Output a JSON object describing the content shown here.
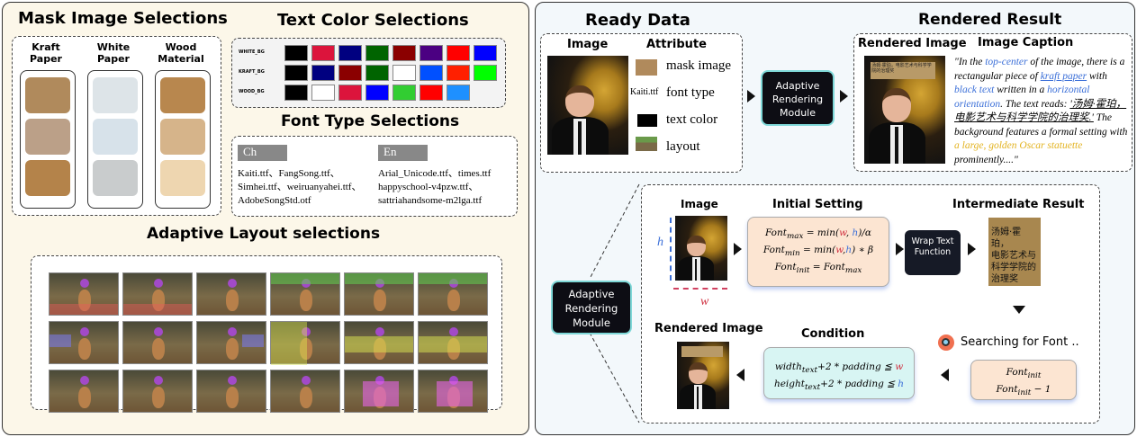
{
  "left": {
    "mask_title": "Mask Image Selections",
    "masks": [
      {
        "label": "Kraft Paper",
        "colors": [
          "#b08a5c",
          "#bba088",
          "#b4834a"
        ]
      },
      {
        "label": "White Paper",
        "colors": [
          "#dde4e8",
          "#d7e2ea",
          "#c9cccd"
        ]
      },
      {
        "label": "Wood Material",
        "colors": [
          "#b8874e",
          "#d6b48a",
          "#eed6b0"
        ]
      }
    ],
    "color_title": "Text Color Selections",
    "color_rows": [
      {
        "label": "WHITE_BG",
        "colors": [
          "#000000",
          "#dc143c",
          "#000080",
          "#006400",
          "#8b0000",
          "#4b0082",
          "#ff0000",
          "#0000ff"
        ]
      },
      {
        "label": "KRAFT_BG",
        "colors": [
          "#000000",
          "#000080",
          "#8b0000",
          "#006400",
          "#ffffff",
          "#0050ff",
          "#ff2000",
          "#00ff00"
        ]
      },
      {
        "label": "WOOD_BG",
        "colors": [
          "#000000",
          "#ffffff",
          "#dc143c",
          "#0000ff",
          "#32cd32",
          "#ff0000",
          "#1e90ff"
        ]
      }
    ],
    "font_title": "Font Type Selections",
    "font_ch_tag": "Ch",
    "font_en_tag": "En",
    "font_ch_list": "Kaiti.ttf、FangSong.ttf、Simhei.ttf、weiruanyahei.ttf、AdobeSongStd.otf",
    "font_en_list": "Arial_Unicode.ttf、times.ttf happyschool-v4pzw.ttf、sattriahandsome-m2lga.ttf",
    "layout_title": "Adaptive Layout selections"
  },
  "right": {
    "ready_title": "Ready Data",
    "image_label": "Image",
    "attribute_label": "Attribute",
    "attributes": [
      "mask image",
      "font type",
      "text color",
      "layout"
    ],
    "font_sample": "Kaiti.ttf",
    "module_label": "Adaptive Rendering Module",
    "rendered_result_title": "Rendered Result",
    "rendered_image_label": "Rendered Image",
    "caption_label": "Image Caption",
    "caption": {
      "p1": "\"In the ",
      "hl1": "top-center",
      "p2": " of the image, there is a rectangular piece of ",
      "hl2": "kraft paper",
      "p3": " with ",
      "hl3": "black text",
      "p4": " written in a ",
      "hl4": "horizontal orientation",
      "p5": ". The text reads: ",
      "zh": "'汤姆·霍珀，电影艺术与科学学院的治理奖.'",
      "p6": " The background features a formal setting with ",
      "hl5": "a large, golden Oscar statuette",
      "p7": " prominently....\""
    },
    "sign_text": "汤姆·霍珀，电影艺术与科学学院的治理奖",
    "module_side_label": "Adaptive Rendering Module",
    "flow": {
      "image_label": "Image",
      "h": "h",
      "w": "w",
      "initial_title": "Initial Setting",
      "wrap_label": "Wrap Text Function",
      "intermediate_title": "Intermediate Result",
      "intermediate_lines": [
        "汤姆·霍珀，",
        "电影艺术与",
        "科学学院的",
        "治理奖"
      ],
      "search_label": "Searching for Font ..",
      "font_init": "Font",
      "font_init_minus": "− 1",
      "condition_title": "Condition",
      "cond1": "width",
      "cond2": "height",
      "cond_tail": "+2 * padding ≦ ",
      "rendered_title": "Rendered Image"
    }
  }
}
